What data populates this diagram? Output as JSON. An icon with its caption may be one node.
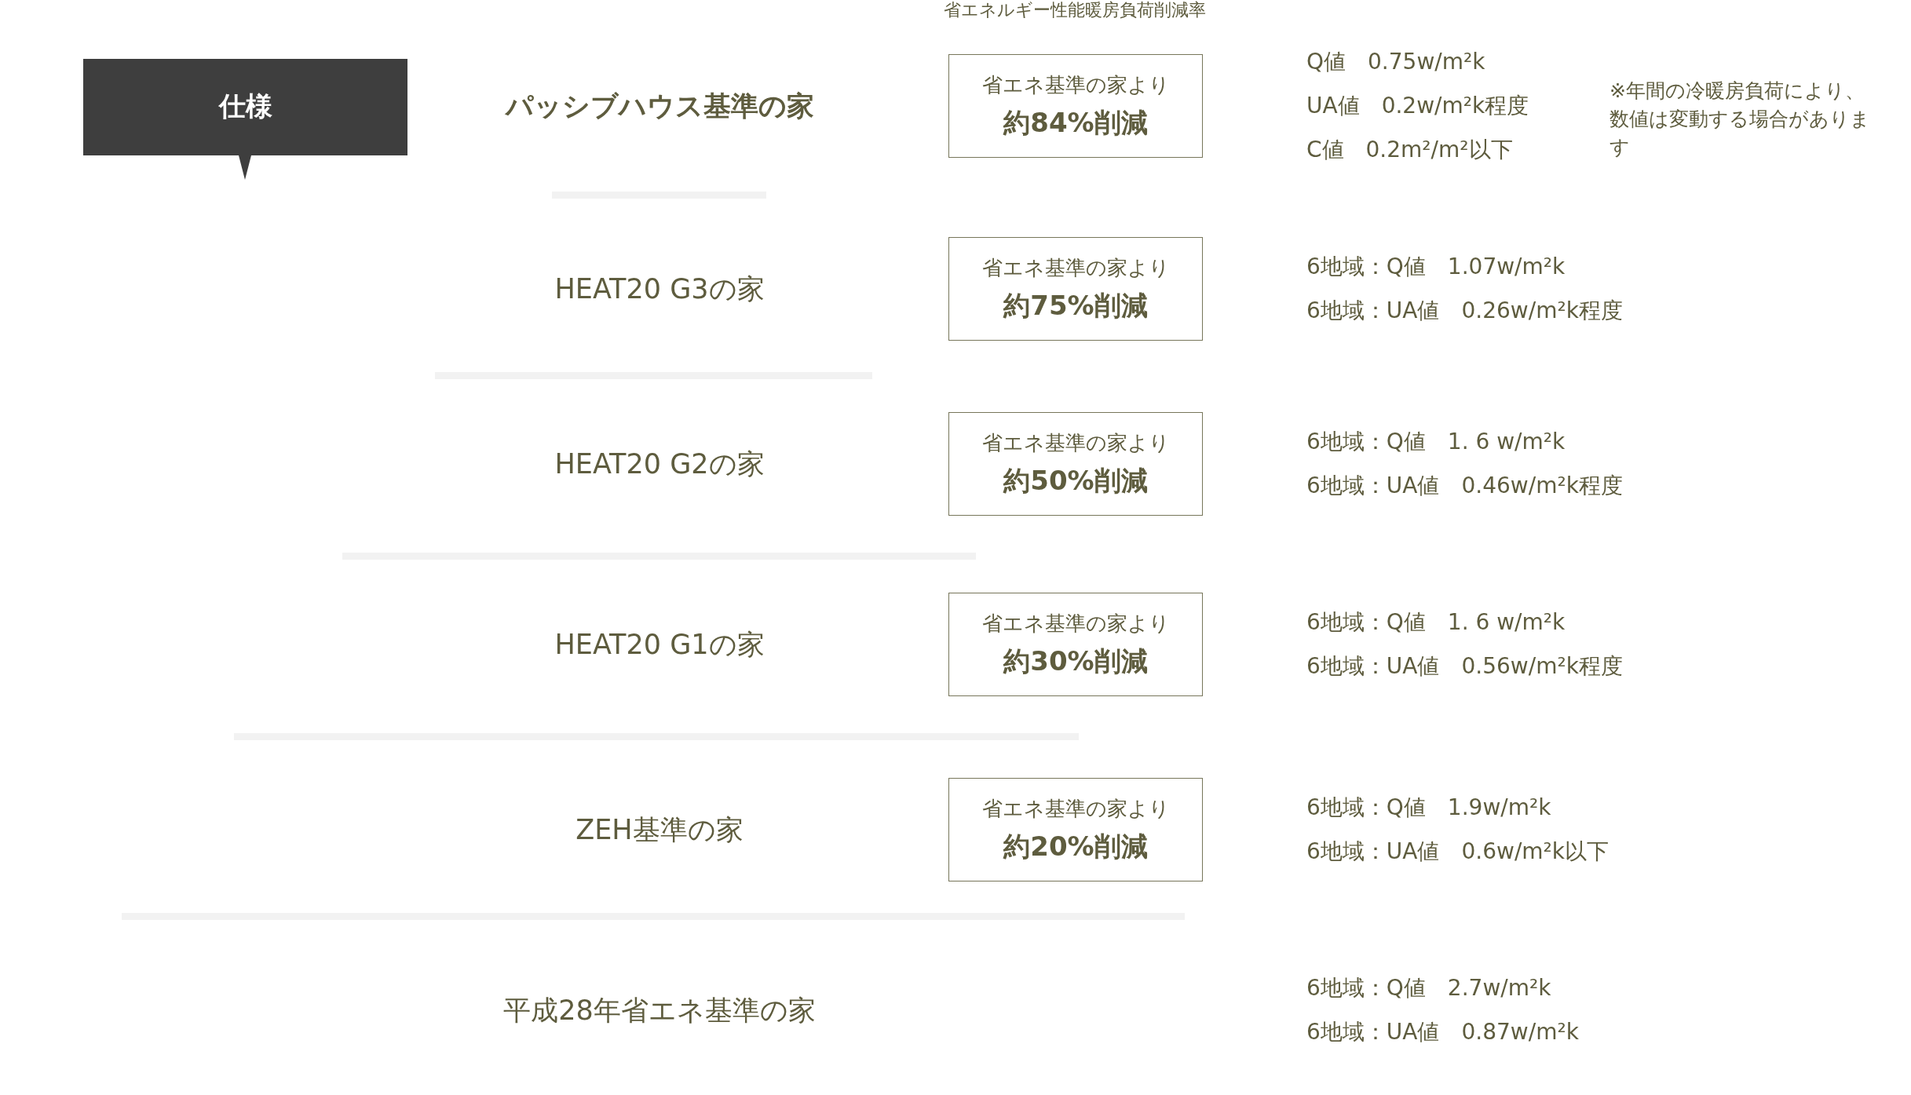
{
  "diagram": {
    "nodes": [
      {
        "text": [
          "仕様"
        ]
      },
      {
        "text": [
          "省エネ基準の家より",
          "約84%削減"
        ]
      },
      {
        "text": [
          "省エネ基準の家より",
          "約75%削減"
        ]
      },
      {
        "text": [
          "省エネ基準の家より",
          "約50%削減"
        ]
      },
      {
        "text": [
          "省エネ基準の家より",
          "約30%削減"
        ]
      },
      {
        "text": [
          "省エネ基準の家より",
          "約20%削減"
        ]
      }
    ],
    "edges": [],
    "labels": [
      "省エネルギー性能暖房負荷削減率",
      "パッシブハウス基準の家",
      "Q値　0.75w/m²k",
      "UA値　0.2w/m²k程度",
      "C値　0.2m²/m²以下",
      "※年間の冷暖房負荷により、数値は変動する場合があります",
      "HEAT20 G3の家",
      "6地域：Q値　1.07w/m²k",
      "6地域：UA値　0.26w/m²k程度",
      "HEAT20 G2の家",
      "6地域：Q値　1. 6 w/m²k",
      "6地域：UA値　0.46w/m²k程度",
      "HEAT20 G1の家",
      "6地域：Q値　1. 6 w/m²k",
      "6地域：UA値　0.56w/m²k程度",
      "ZEH基準の家",
      "6地域：Q値　1.9w/m²k",
      "6地域：UA値　0.6w/m²k以下",
      "平成28年省エネ基準の家",
      "6地域：Q値　2.7w/m²k",
      "6地域：UA値　0.87w/m²k"
    ]
  }
}
